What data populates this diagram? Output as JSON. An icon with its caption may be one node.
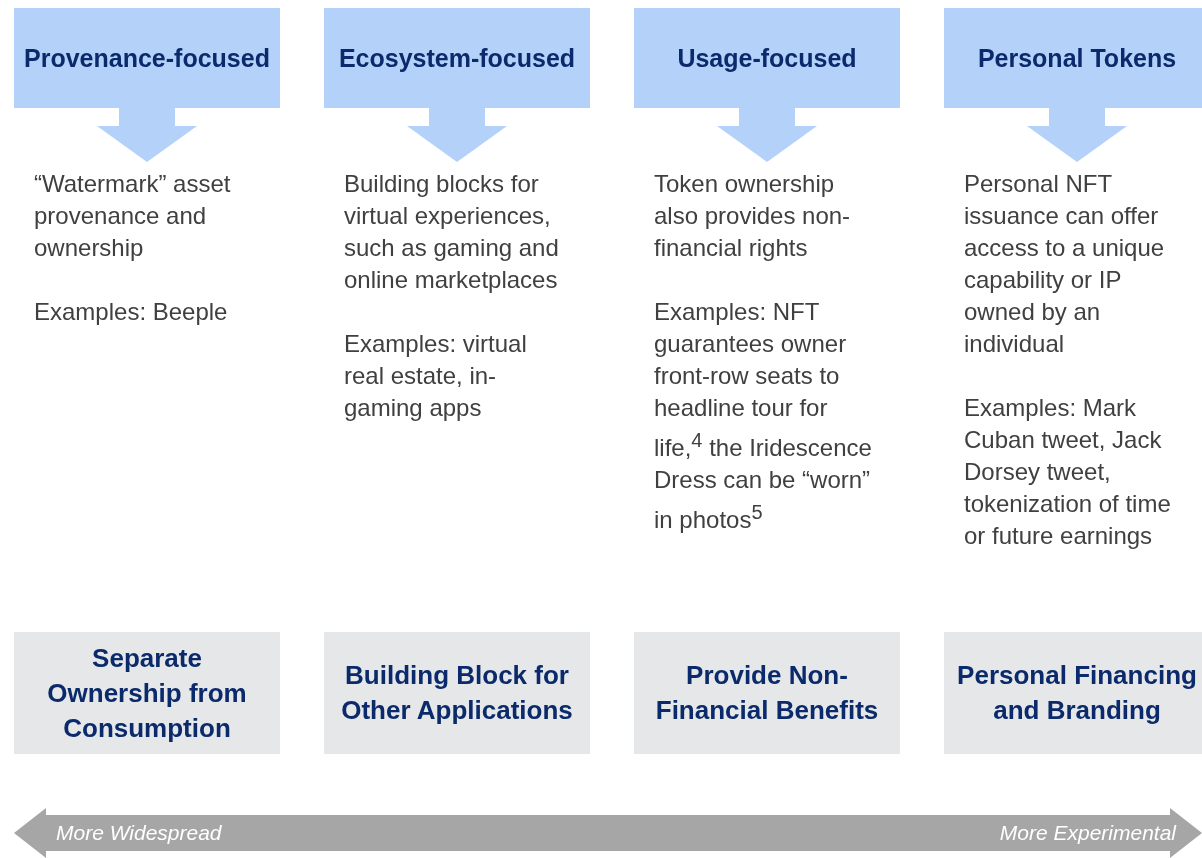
{
  "diagram": {
    "nodes": [
      {
        "text": [
          "Provenance-focused"
        ]
      },
      {
        "text": [
          "Ecosystem-focused"
        ]
      },
      {
        "text": [
          "Usage-focused"
        ]
      },
      {
        "text": [
          "Personal Tokens"
        ]
      },
      {
        "text": [
          "“Watermark” asset provenance and ownership",
          "Examples: Beeple"
        ]
      },
      {
        "text": [
          "Building blocks for virtual experiences, such as gaming and online marketplaces",
          "Examples: virtual real estate, in-gaming apps"
        ]
      },
      {
        "text": [
          "Token ownership also provides non-financial rights",
          "Examples: NFT guarantees owner front-row seats to headline tour for life,$^{4}$ the Iridescence Dress can be “worn” in photos$^{5}$"
        ]
      },
      {
        "text": [
          "Personal NFT issuance can offer access to a unique capability or IP owned by an individual",
          "Examples: Mark Cuban tweet, Jack Dorsey tweet, tokenization of time or future earnings"
        ]
      },
      {
        "text": [
          "Separate Ownership from Consumption"
        ]
      },
      {
        "text": [
          "Building Block for Other Applications"
        ]
      },
      {
        "text": [
          "Provide Non-Financial Benefits"
        ]
      },
      {
        "text": [
          "Personal Financing and Branding"
        ]
      }
    ],
    "edges": [
      {
        "from": 0,
        "to": 4,
        "arrow": "to"
      },
      {
        "from": 1,
        "to": 5,
        "arrow": "to"
      },
      {
        "from": 2,
        "to": 6,
        "arrow": "to"
      },
      {
        "from": 3,
        "to": 7,
        "arrow": "to"
      }
    ],
    "labels": [
      "More Widespread",
      "More Experimental"
    ]
  }
}
